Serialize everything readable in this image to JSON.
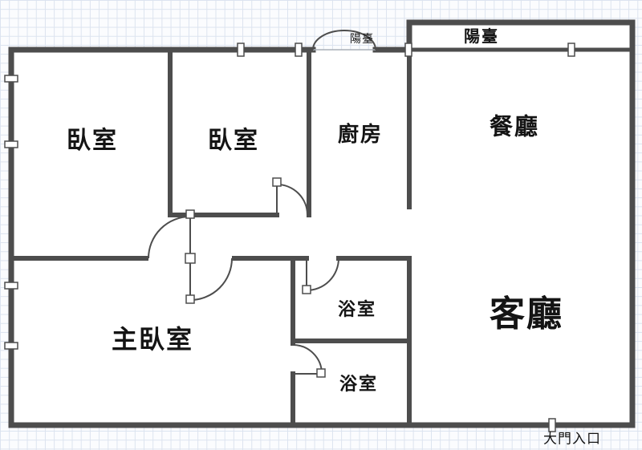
{
  "plan": {
    "rooms": [
      {
        "id": "bedroom-1",
        "label": "臥室"
      },
      {
        "id": "bedroom-2",
        "label": "臥室"
      },
      {
        "id": "kitchen",
        "label": "廚房"
      },
      {
        "id": "dining-room",
        "label": "餐廳"
      },
      {
        "id": "balcony-main",
        "label": "陽臺"
      },
      {
        "id": "balcony-small",
        "label": "陽臺"
      },
      {
        "id": "master-bedroom",
        "label": "主臥室"
      },
      {
        "id": "bathroom-1",
        "label": "浴室"
      },
      {
        "id": "bathroom-2",
        "label": "浴室"
      },
      {
        "id": "living-room",
        "label": "客廳"
      }
    ],
    "entrance_label": "大門入口",
    "colors": {
      "wall": "#4d4d4d",
      "grid": "#dce3ef",
      "paper": "#fbfcfe",
      "floor": "#ffffff",
      "text": "#141414"
    }
  }
}
